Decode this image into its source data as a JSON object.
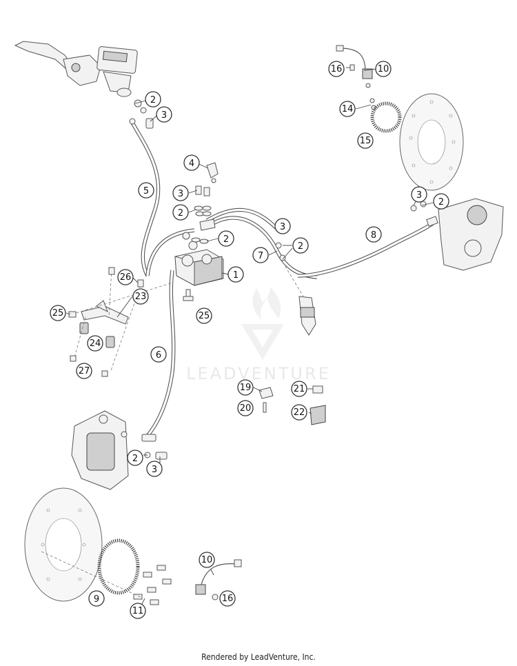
{
  "diagram": {
    "callouts": [
      "1",
      "2",
      "3",
      "4",
      "5",
      "6",
      "7",
      "8",
      "9",
      "10",
      "11",
      "14",
      "15",
      "16",
      "19",
      "20",
      "21",
      "22",
      "23",
      "24",
      "25",
      "26",
      "27"
    ]
  },
  "watermark": {
    "text": "LEADVENTURE",
    "logo": "leadventure-flame-v-logo"
  },
  "footer": {
    "text": "Rendered by LeadVenture, Inc."
  }
}
